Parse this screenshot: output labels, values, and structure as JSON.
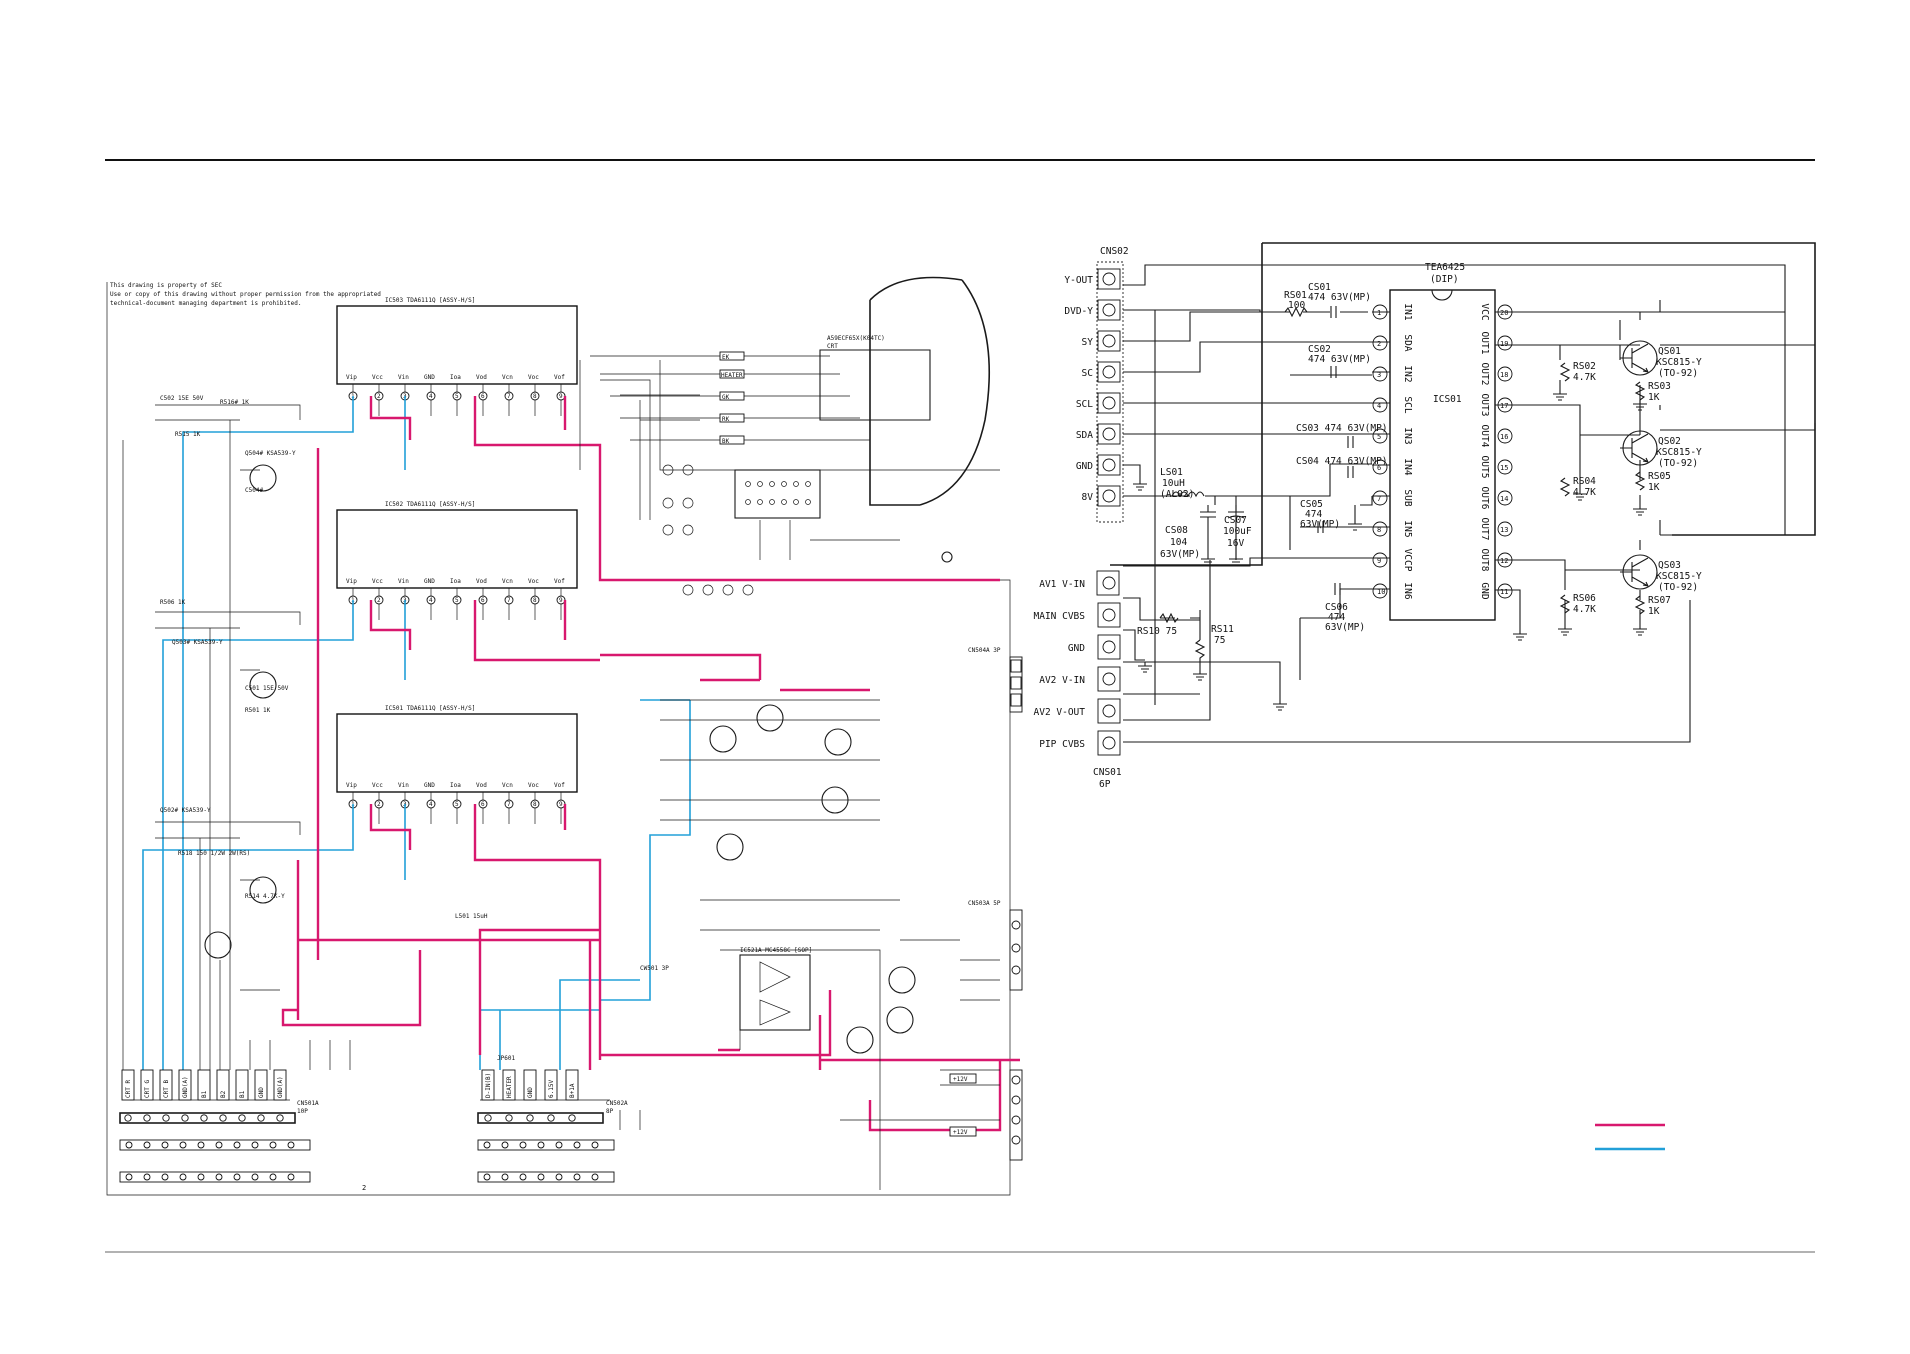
{
  "colors": {
    "pink": "#d8186e",
    "blue": "#22a0d8",
    "line": "#1a1a1a"
  },
  "notice": [
    "This drawing is property of SEC",
    "Use or copy of this drawing without proper permission from the appropriated",
    "technical-document managing department is prohibited."
  ],
  "left": {
    "amps": [
      {
        "ref": "IC503  TDA6111Q  [ASSY-H/S]",
        "pins": [
          "Vip",
          "Vcc",
          "Vin",
          "GND",
          "Ioa",
          "Vod",
          "Vcn",
          "Voc",
          "Vof"
        ],
        "nums": [
          "1",
          "2",
          "3",
          "4",
          "5",
          "6",
          "7",
          "8",
          "9"
        ]
      },
      {
        "ref": "IC502  TDA6111Q  [ASSY-H/S]",
        "pins": [
          "Vip",
          "Vcc",
          "Vin",
          "GND",
          "Ioa",
          "Vod",
          "Vcn",
          "Voc",
          "Vof"
        ],
        "nums": [
          "1",
          "2",
          "3",
          "4",
          "5",
          "6",
          "7",
          "8",
          "9"
        ]
      },
      {
        "ref": "IC501  TDA6111Q  [ASSY-H/S]",
        "pins": [
          "Vip",
          "Vcc",
          "Vin",
          "GND",
          "Ioa",
          "Vod",
          "Vcn",
          "Voc",
          "Vof"
        ],
        "nums": [
          "1",
          "2",
          "3",
          "4",
          "5",
          "6",
          "7",
          "8",
          "9"
        ]
      }
    ],
    "crt_label": [
      "A59ECF65X(K04TC)",
      "CRT"
    ],
    "upper_labels": [
      "EK",
      "HEATER",
      "GK",
      "RK",
      "BK"
    ],
    "ic_amp": "IC521A MC4558C  [SOP]",
    "connector_a_pins": [
      "CRT R",
      "CRT G",
      "CRT B",
      "GND(A)",
      "B1",
      "B2",
      "B1",
      "GND",
      "GND(A)"
    ],
    "connector_a_name": [
      "CN501A",
      "10P"
    ],
    "connector_b_pins": [
      "D-IN(B)",
      "HEATER",
      "GND",
      "6.15V",
      "B+1A"
    ],
    "connector_b_name": [
      "CN502A",
      "8P"
    ],
    "supply_labels": [
      "+12V",
      "+12V"
    ],
    "misc_labels": [
      "C502  15E 50V",
      "R516#  1K",
      "R515  1K",
      "Q504#  KSA539-Y",
      "C504#",
      "R506  1K",
      "Q503#  KSA539-Y",
      "C501  15E 50V",
      "R501  1K",
      "Q502#  KSA539-Y",
      "R518  150 1/2W 2W(RS)",
      "R514  4.7K-Y",
      "L501  15uH",
      "CW501  3P",
      "JP601",
      "CN504A  3P",
      "CN503A  5P"
    ],
    "page_mark": "2"
  },
  "right": {
    "cns02": "CNS02",
    "cns02_pins": [
      "Y-OUT",
      "DVD-Y",
      "SY",
      "SC",
      "SCL",
      "SDA",
      "GND",
      "8V"
    ],
    "cns01_pins": [
      "AV1 V-IN",
      "MAIN CVBS",
      "GND",
      "AV2 V-IN",
      "AV2 V-OUT",
      "PIP CVBS"
    ],
    "cns01": [
      "CNS01",
      "6P"
    ],
    "ic": {
      "name": "TEA6425",
      "pkg": "(DIP)",
      "ref": "ICS01",
      "left_pins": [
        "IN1",
        "SDA",
        "IN2",
        "SCL",
        "IN3",
        "IN4",
        "SUB",
        "IN5",
        "VCCP",
        "IN6"
      ],
      "right_pins": [
        "VCC",
        "OUT1",
        "OUT2",
        "OUT3",
        "OUT4",
        "OUT5",
        "OUT6",
        "OUT7",
        "OUT8",
        "GND"
      ],
      "left_nums": [
        "1",
        "2",
        "3",
        "4",
        "5",
        "6",
        "7",
        "8",
        "9",
        "10"
      ],
      "right_nums": [
        "20",
        "19",
        "18",
        "17",
        "16",
        "15",
        "14",
        "13",
        "12",
        "11"
      ]
    },
    "caps": [
      "CS01",
      "474 63V(MP)",
      "CS02",
      "474 63V(MP)",
      "CS03 474 63V(MP)",
      "CS04 474 63V(MP)",
      "CS05",
      "474",
      "63V(MP)",
      "CS06",
      "474",
      "63V(MP)"
    ],
    "rs01": [
      "RS01",
      "100"
    ],
    "ls01": [
      "LS01",
      "10uH",
      "(AL02)"
    ],
    "cs08": [
      "CS08",
      "104",
      "63V(MP)"
    ],
    "cs07": [
      "CS07",
      "100uF",
      "16V"
    ],
    "rs10": "RS10 75",
    "rs11": [
      "RS11",
      "75"
    ],
    "q": [
      {
        "ref": "QS01",
        "part": "KSC815-Y",
        "pkg": "(TO-92)"
      },
      {
        "ref": "QS02",
        "part": "KSC815-Y",
        "pkg": "(TO-92)"
      },
      {
        "ref": "QS03",
        "part": "KSC815-Y",
        "pkg": "(TO-92)"
      }
    ],
    "r_emit": [
      [
        "RS02",
        "4.7K"
      ],
      [
        "RS04",
        "4.7K"
      ],
      [
        "RS06",
        "4.7K"
      ]
    ],
    "r_coll": [
      [
        "RS03",
        "1K"
      ],
      [
        "RS05",
        "1K"
      ],
      [
        "RS07",
        "1K"
      ]
    ]
  }
}
